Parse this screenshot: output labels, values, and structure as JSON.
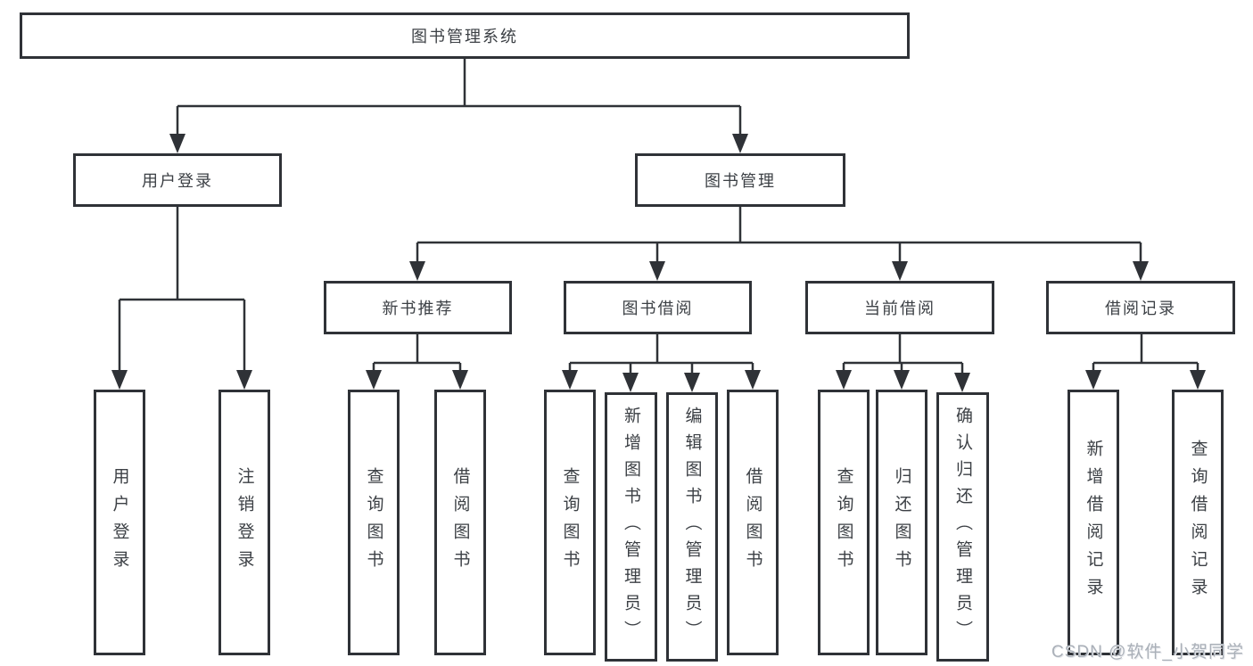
{
  "diagram": {
    "root": {
      "label": "图书管理系统"
    },
    "level2": [
      {
        "label": "用户登录"
      },
      {
        "label": "图书管理"
      }
    ],
    "level3": [
      {
        "label": "新书推荐"
      },
      {
        "label": "图书借阅"
      },
      {
        "label": "当前借阅"
      },
      {
        "label": "借阅记录"
      }
    ],
    "leaves": {
      "user_login": [
        {
          "label": "用户登录"
        },
        {
          "label": "注销登录"
        }
      ],
      "new_book": [
        {
          "label": "查询图书"
        },
        {
          "label": "借阅图书"
        }
      ],
      "book_borrow": [
        {
          "label": "查询图书"
        },
        {
          "label": "新增图书（管理员）"
        },
        {
          "label": "编辑图书（管理员）"
        },
        {
          "label": "借阅图书"
        }
      ],
      "current_borrow": [
        {
          "label": "查询图书"
        },
        {
          "label": "归还图书"
        },
        {
          "label": "确认归还（管理员）"
        }
      ],
      "borrow_records": [
        {
          "label": "新增借阅记录"
        },
        {
          "label": "查询借阅记录"
        }
      ]
    }
  },
  "watermark": {
    "text": "CSDN @软件_小贺同学"
  },
  "colors": {
    "line": "#2f3237",
    "text": "#3c4045",
    "background": "#ffffff",
    "watermark": "#aab0b8"
  }
}
